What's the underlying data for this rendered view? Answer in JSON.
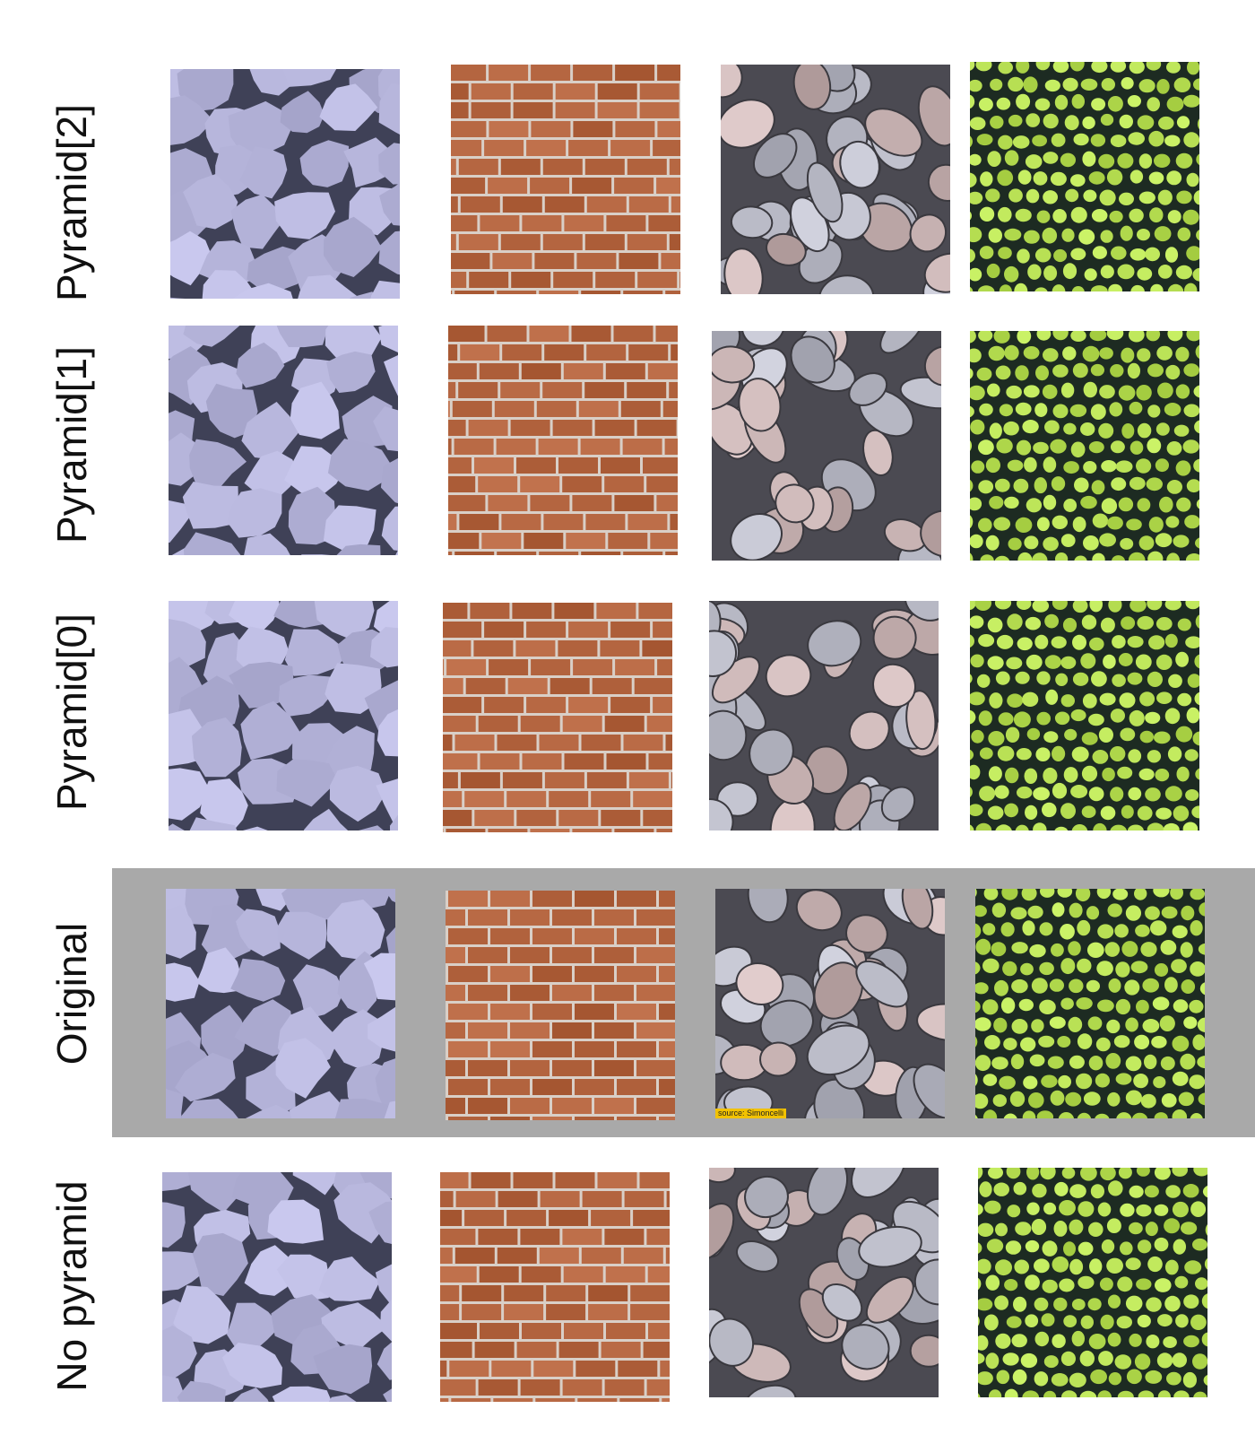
{
  "figure": {
    "rows": [
      {
        "id": "pyramid2",
        "label": "Pyramid[2]"
      },
      {
        "id": "pyramid1",
        "label": "Pyramid[1]"
      },
      {
        "id": "pyramid0",
        "label": "Pyramid[0]"
      },
      {
        "id": "original",
        "label": "Original",
        "highlighted": true
      },
      {
        "id": "nopyramid",
        "label": "No pyramid"
      }
    ],
    "columns": [
      {
        "id": "flagstone",
        "texture": "flagstone",
        "colors": {
          "fill": "#b7b6dc",
          "lines": "#3f4157"
        }
      },
      {
        "id": "brick",
        "texture": "brick",
        "colors": {
          "fill": "#b3643f",
          "lines": "#d9cfc7"
        }
      },
      {
        "id": "pebbles",
        "texture": "pebbles",
        "colors": {
          "fill": "#b9bac6",
          "lines": "#4b4a52"
        }
      },
      {
        "id": "scales",
        "texture": "scales",
        "colors": {
          "fill": "#b8e054",
          "lines": "#1d2b22"
        }
      }
    ],
    "source_tag": "source: Simoncelli",
    "highlight_color": "#a9a9a9"
  }
}
